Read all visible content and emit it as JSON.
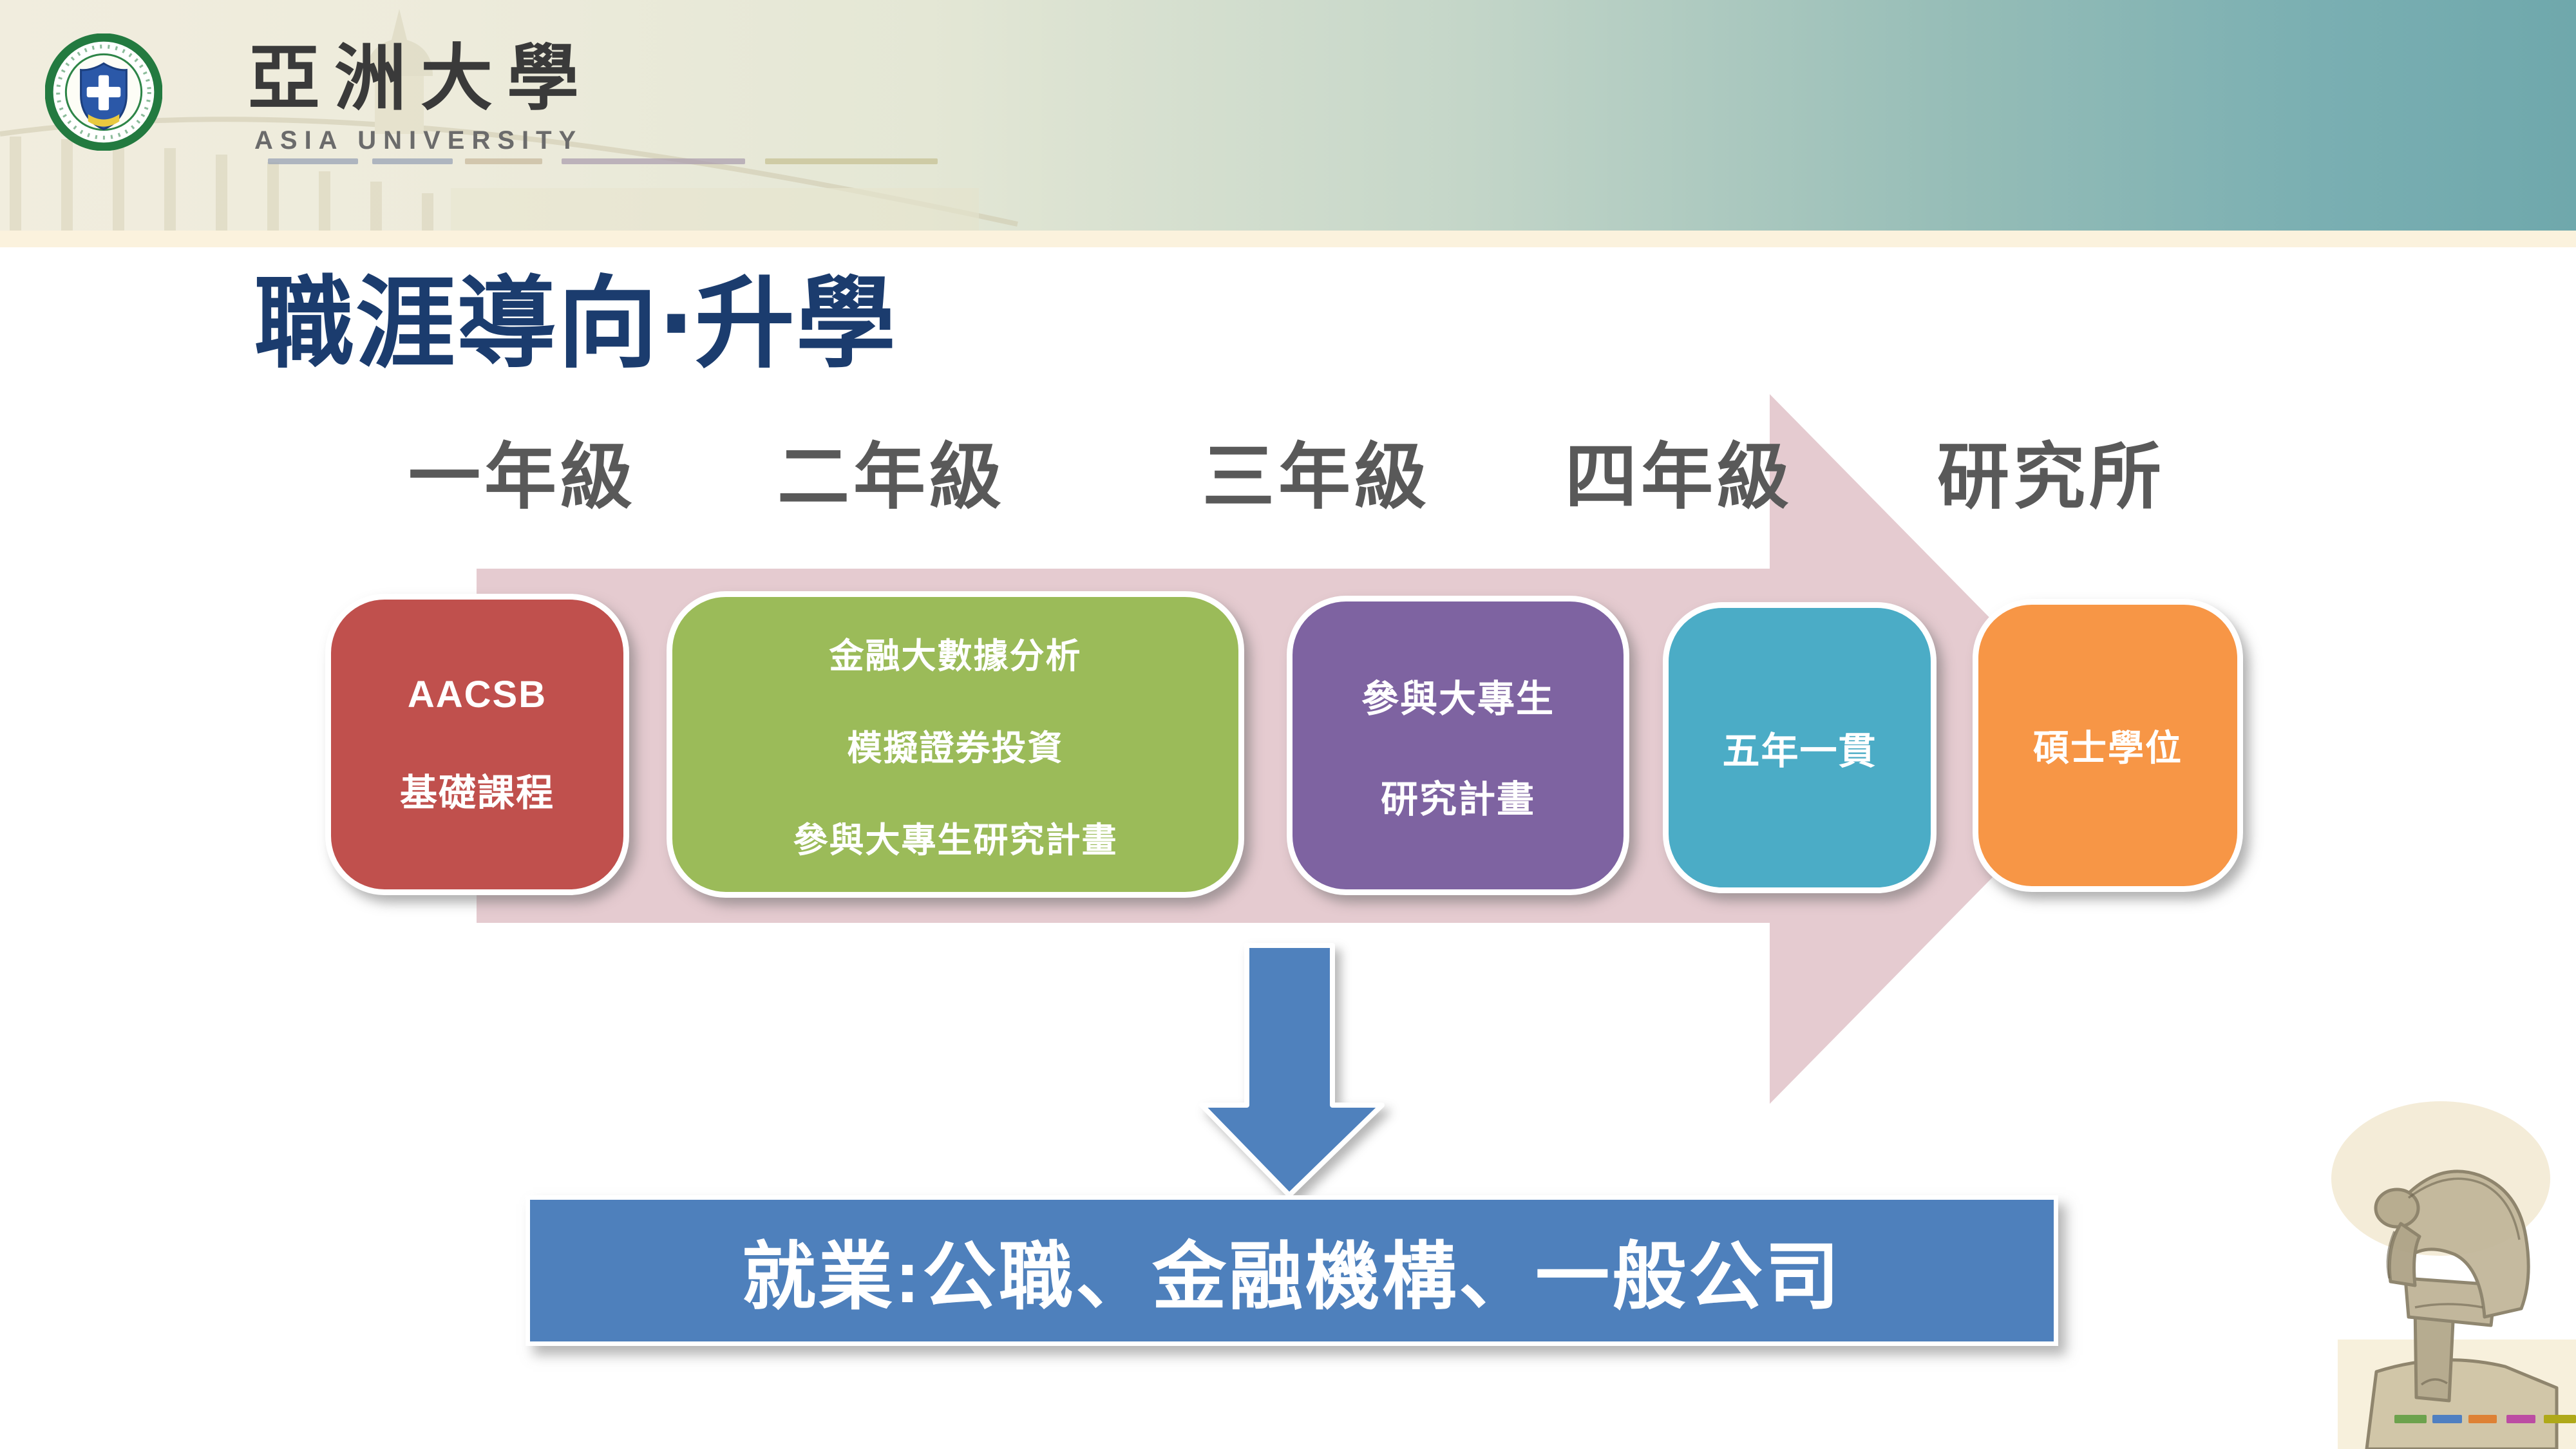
{
  "slide": {
    "header": {
      "brand_zh": "亞洲大學",
      "brand_en": "ASIA UNIVERSITY"
    },
    "title": "職涯導向‧升學",
    "stages": [
      "一年級",
      "二年級",
      "三年級",
      "四年級",
      "研究所"
    ],
    "path_boxes": [
      {
        "name": "freshman",
        "color": "#C0504D",
        "lines": [
          "AACSB",
          "基礎課程"
        ]
      },
      {
        "name": "sophomore",
        "color": "#9BBB59",
        "lines": [
          "金融大數據分析",
          "模擬證券投資",
          "參與大專生研究計畫"
        ]
      },
      {
        "name": "junior",
        "color": "#7E63A1",
        "lines": [
          "參與大專生",
          "研究計畫"
        ]
      },
      {
        "name": "senior",
        "color": "#4BACC6",
        "lines": [
          "五年一貫"
        ]
      },
      {
        "name": "graduate",
        "color": "#F79646",
        "lines": [
          "碩士學位"
        ]
      }
    ],
    "employment_banner": "就業:公職、金融機構、一般公司",
    "colors": {
      "title": "#1B3C6E",
      "stage_label": "#595959",
      "timeline_arrow": "#E5CBD0",
      "down_arrow": "#4F81BD",
      "banner_bg": "#4E80BC",
      "header_accent_dashes": [
        "#98A3B5",
        "#98A3B5",
        "#C8BA9D",
        "#AC9FAF",
        "#C7C294"
      ],
      "footer_accent_dashes": [
        "#6CA24D",
        "#4F7FC1",
        "#DE8135",
        "#BC4CA3",
        "#AFA919"
      ]
    }
  }
}
